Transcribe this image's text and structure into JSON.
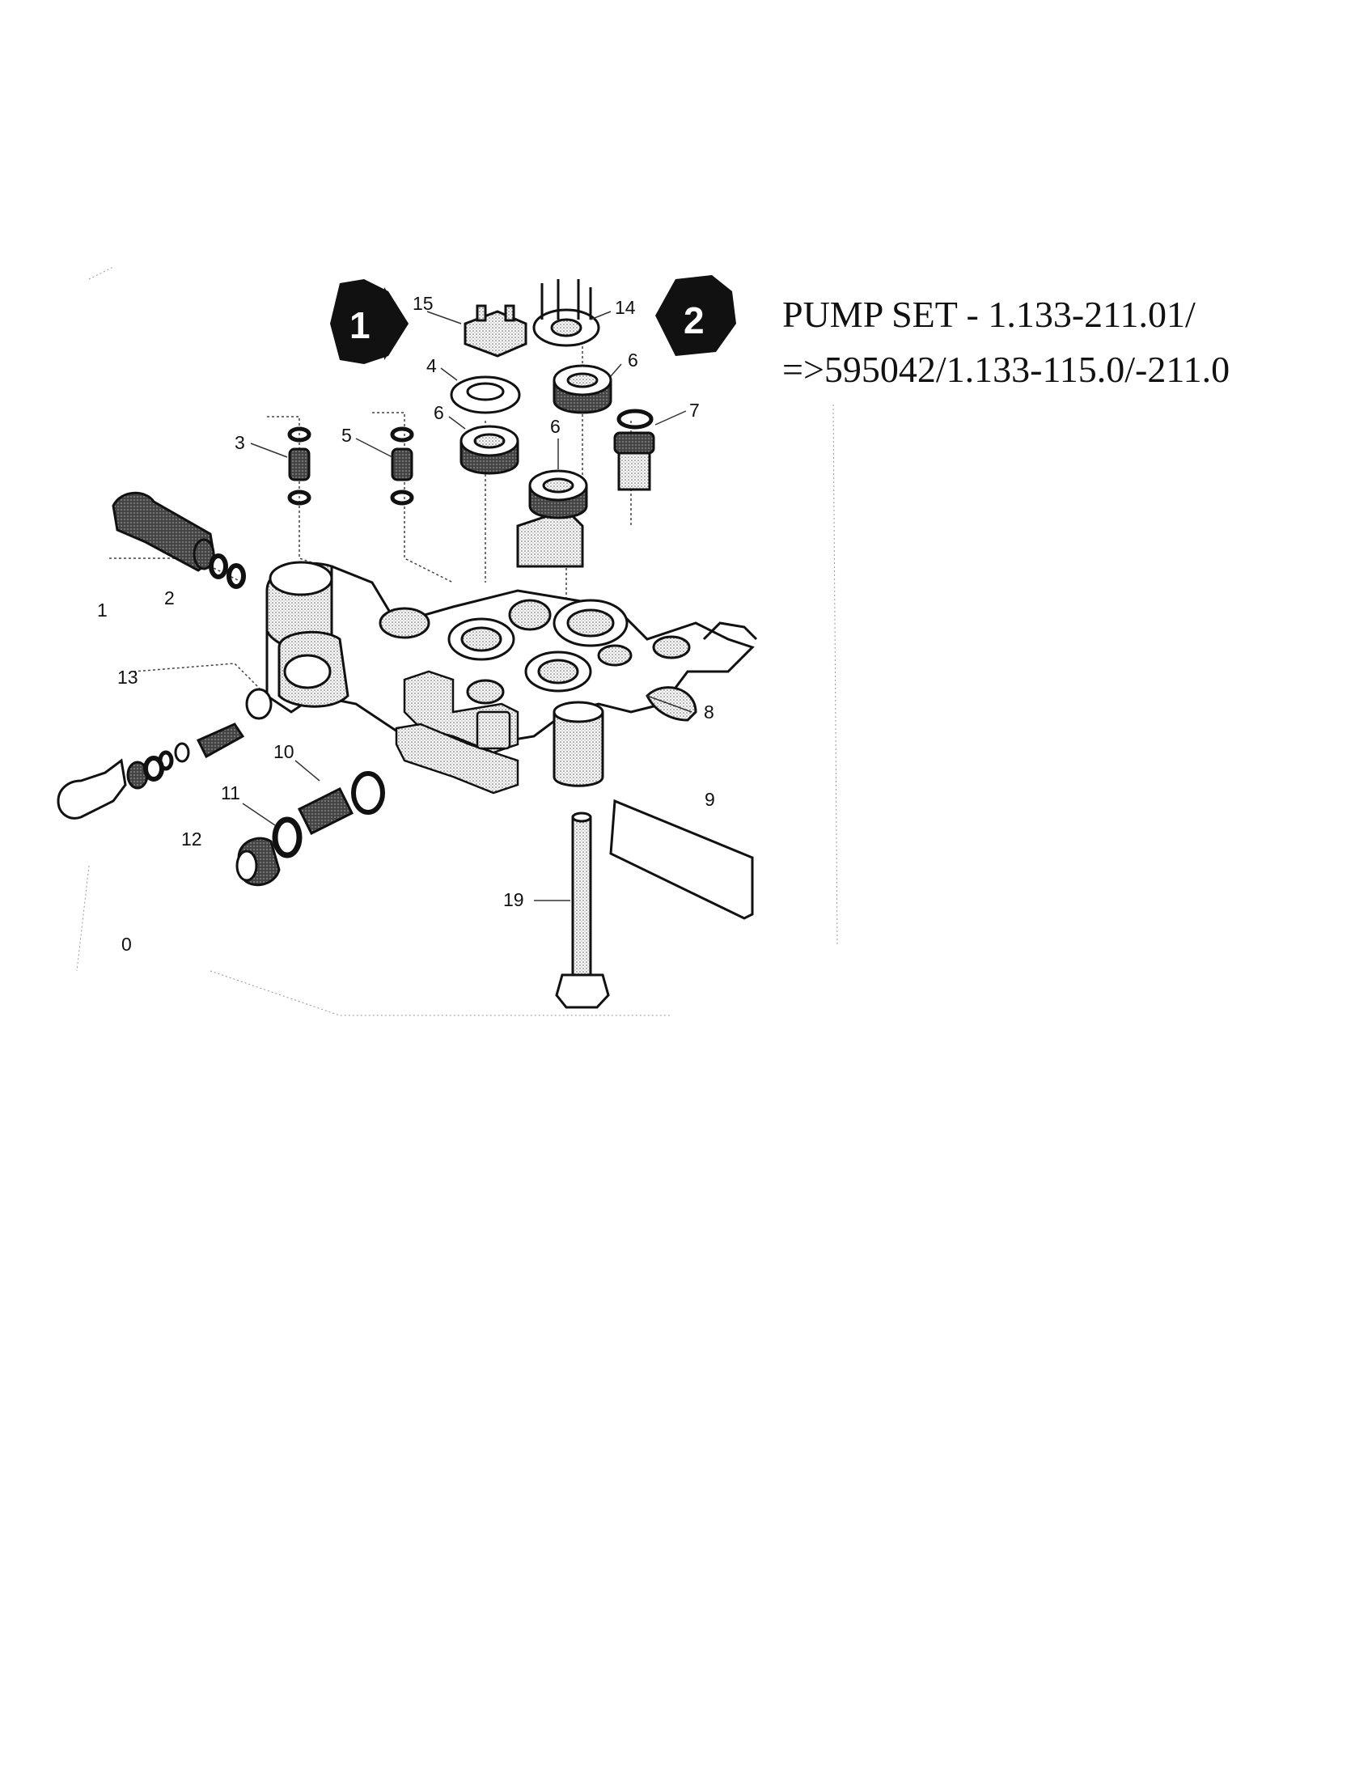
{
  "page_title": {
    "line1": "PUMP SET - 1.133-211.01/",
    "line2": "=>595042/1.133-115.0/-211.0"
  },
  "step_badges": [
    "1",
    "2"
  ],
  "part_callouts": {
    "p0": "0",
    "p1": "1",
    "p2": "2",
    "p3": "3",
    "p4": "4",
    "p5": "5",
    "p6a": "6",
    "p6b": "6",
    "p6c": "6",
    "p7": "7",
    "p8": "8",
    "p9": "9",
    "p10": "10",
    "p11": "11",
    "p12": "12",
    "p13": "13",
    "p14": "14",
    "p15": "15",
    "p19": "19"
  }
}
